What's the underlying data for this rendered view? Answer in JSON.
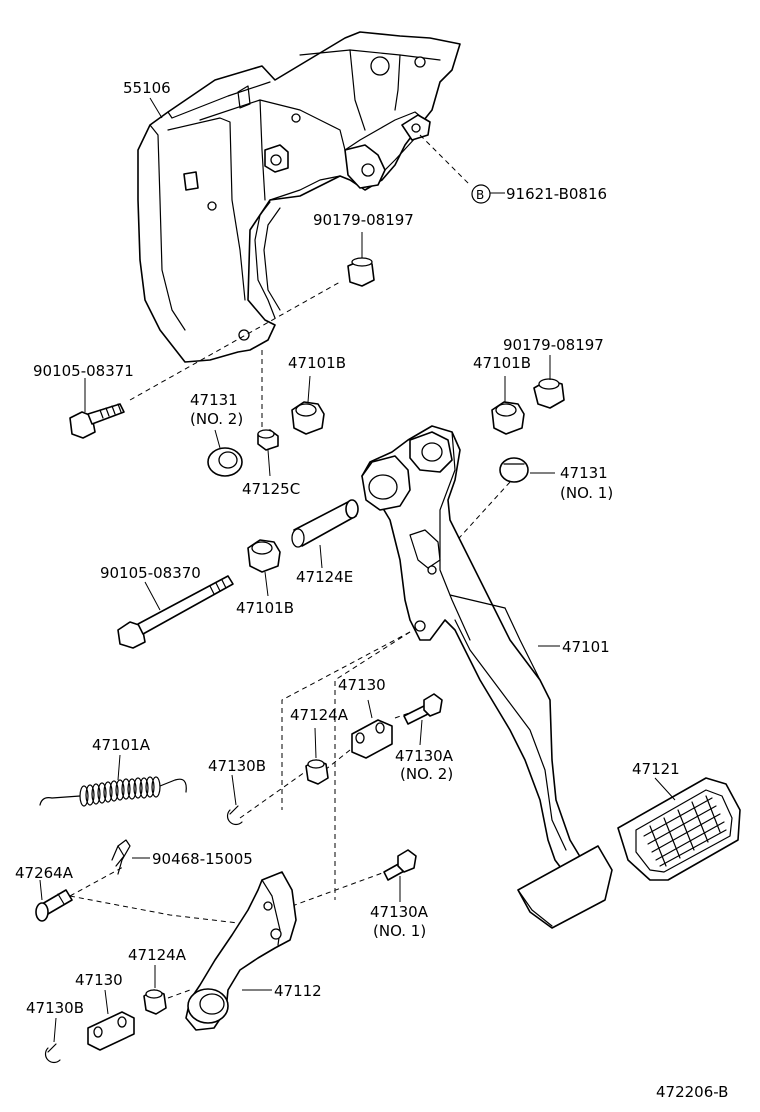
{
  "callouts": {
    "c55106": "55106",
    "c91621": "91621-B0816",
    "c91621_marker": "B",
    "c90179_top": "90179-08197",
    "c90179_right": "90179-08197",
    "c90105_08371": "90105-08371",
    "c47101B_a": "47101B",
    "c47101B_b": "47101B",
    "c47101B_c": "47101B",
    "c47131_no2_a": "47131",
    "c47131_no2_b": "(NO. 2)",
    "c47125C": "47125C",
    "c47131_no1_a": "47131",
    "c47131_no1_b": "(NO. 1)",
    "c90105_08370": "90105-08370",
    "c47124E": "47124E",
    "c47101": "47101",
    "c47130_mid": "47130",
    "c47124A_mid": "47124A",
    "c47101A": "47101A",
    "c47130B_mid": "47130B",
    "c47130A_no2_a": "47130A",
    "c47130A_no2_b": "(NO. 2)",
    "c47121": "47121",
    "c90468": "90468-15005",
    "c47264A": "47264A",
    "c47130A_no1_a": "47130A",
    "c47130A_no1_b": "(NO. 1)",
    "c47124A_low": "47124A",
    "c47112": "47112",
    "c47130_low": "47130",
    "c47130B_low": "47130B"
  },
  "footer": {
    "drawing_code": "472206-B"
  }
}
